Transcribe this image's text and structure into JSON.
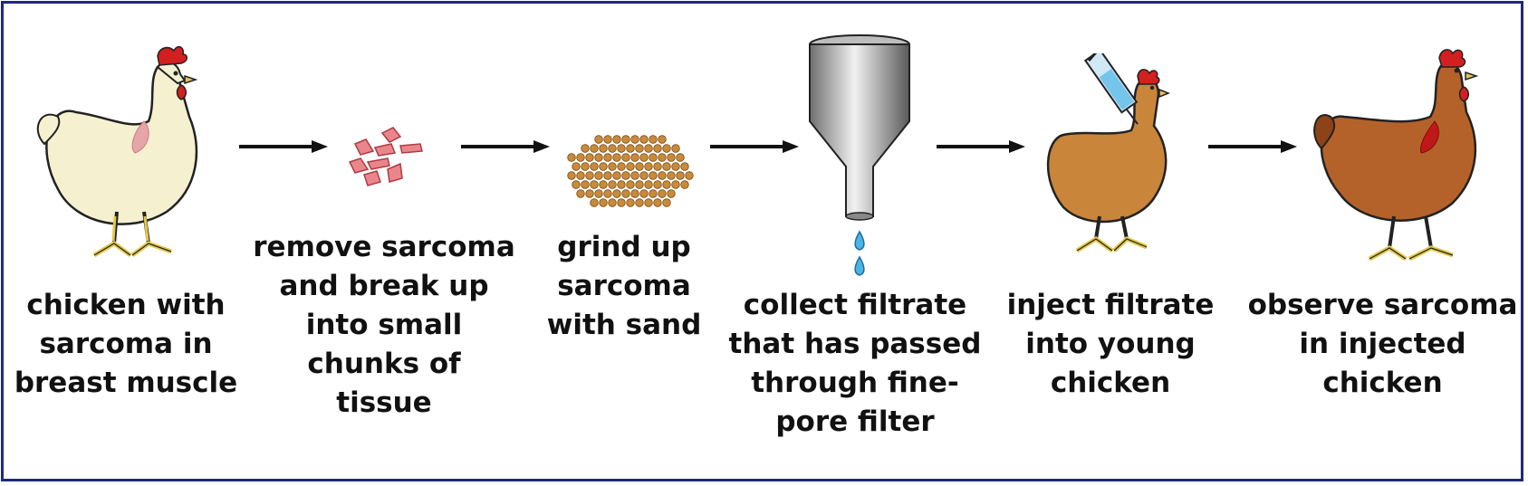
{
  "steps": [
    {
      "label": "chicken with\nsarcoma in\nbreast muscle"
    },
    {
      "label": "remove sarcoma\nand break up\ninto small\nchunks of\ntissue"
    },
    {
      "label": "grind up\nsarcoma\nwith sand"
    },
    {
      "label": "collect filtrate\nthat has passed\nthrough fine-\npore filter"
    },
    {
      "label": "inject filtrate\ninto young\nchicken"
    },
    {
      "label": "observe sarcoma\nin injected\nchicken"
    }
  ],
  "colors": {
    "border": "#1f2a7a",
    "hen_pale": "#f5f0cf",
    "hen_young": "#c9853a",
    "hen_adult": "#b5622a",
    "sarcoma_pale": "#e6a5a8",
    "sarcoma_bright": "#c01818",
    "tissue": "#e9868c",
    "sand": "#c98b3a",
    "funnel": "#9a9a9a",
    "drop": "#4db3e6",
    "arrow": "#111111"
  }
}
